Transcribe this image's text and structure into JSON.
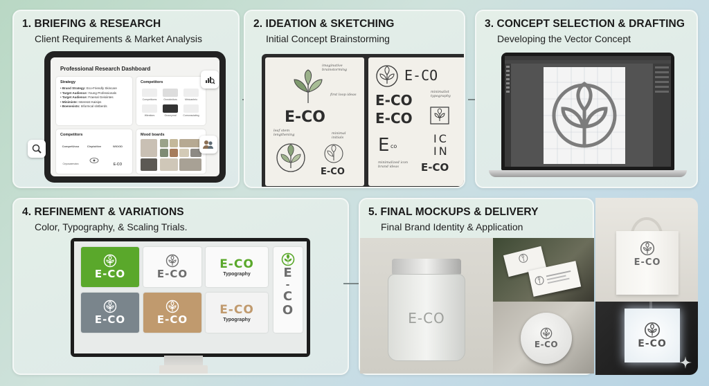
{
  "panels": {
    "p1": {
      "title": "1. BRIEFING & RESEARCH",
      "subtitle": "Client Requirements & Market Analysis"
    },
    "p2": {
      "title": "2. IDEATION & SKETCHING",
      "subtitle": "Initial Concept Brainstorming"
    },
    "p3": {
      "title": "3. CONCEPT SELECTION & DRAFTING",
      "subtitle": "Developing the Vector Concept"
    },
    "p4": {
      "title": "4. REFINEMENT & VARIATIONS",
      "subtitle": "Color, Typography, & Scaling Trials."
    },
    "p5": {
      "title": "5. FINAL MOCKUPS & DELIVERY",
      "subtitle": "Final Brand Identity & Application"
    }
  },
  "dashboard": {
    "title": "Professional Research Dashboard",
    "strategy_heading": "Strategy",
    "strategy_items": [
      {
        "label": "Brand Strategy:",
        "value": "Eco-Friendly Skincare"
      },
      {
        "label": "Target Audience:",
        "value": "Young Professionals"
      },
      {
        "label": "Target Audience:",
        "value": "Fraenal Geisiintes"
      },
      {
        "label": "Minimiste:",
        "value": "Interesst Kaisips"
      },
      {
        "label": "Boenesists:",
        "value": "Informcal slntberds"
      }
    ],
    "competitors_heading": "Competitors",
    "competitor_logos": [
      "Competitores",
      "Grosivinitors",
      "Minioanbrio",
      "Wlentiors",
      "Grounymal",
      "Comunsciating"
    ],
    "competitors2_heading": "Competitors",
    "competitor2_logos": [
      "CompetUsso",
      "Cleptoitive",
      "WIOOD",
      "Ceposaemotra",
      "",
      "E-CO"
    ],
    "moodboards_heading": "Mood boards"
  },
  "sketch": {
    "brand": "E-CO",
    "notes": [
      "imaginative brainstorming",
      "first loop ideas",
      "minimalist typography",
      "leaf stem lengthening",
      "minimal initials",
      "minimalized icon brand ideas"
    ],
    "glyph_1": "IC",
    "glyph_2": "IN",
    "co_small": "co"
  },
  "refinement": {
    "tiles": [
      {
        "text": "E-CO",
        "caption": ""
      },
      {
        "text": "E-CO",
        "caption": ""
      },
      {
        "text": "E-CO",
        "caption": "Typography"
      },
      {
        "text": "E-CO",
        "caption": ""
      },
      {
        "text": "E-CO",
        "caption": ""
      },
      {
        "text": "E-CO",
        "caption": "Typography"
      }
    ],
    "vertical_letters": [
      "E",
      "-",
      "C",
      "O"
    ]
  },
  "mockups": {
    "jar": "E-CO",
    "bag": "E-CO",
    "coaster": "E-CO",
    "sign": "E-CO"
  },
  "colors": {
    "brand_green": "#5aa82b",
    "slate": "#7a858c",
    "tan": "#c09a6e",
    "ink": "#6d6d6d"
  }
}
